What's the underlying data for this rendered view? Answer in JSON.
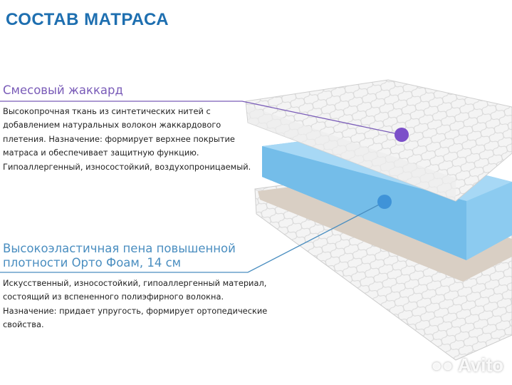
{
  "title": "СОСТАВ МАТРАСА",
  "layers": [
    {
      "name": "Смесовый жаккард",
      "color": "#7a5cb8",
      "description": [
        "Высокопрочная ткань из синтетических нитей с",
        "добавлением натуральных волокон жаккардового",
        "плетения. Назначение: формирует верхнее покрытие",
        "матраса и обеспечивает защитную функцию.",
        "Гипоаллергенный, износостойкий, воздухопроницаемый."
      ]
    },
    {
      "name_lines": [
        "Высокоэластичная пена повышенной",
        "плотности Орто Фоам, 14 см"
      ],
      "color": "#4a8ec0",
      "description": [
        "Искусственный, износостойкий, гипоаллергенный материал,",
        "состоящий из вспененного полиэфирного волокна.",
        "Назначение: придает упругость, формирует ортопедические",
        "свойства."
      ]
    }
  ],
  "watermark": "Avito"
}
